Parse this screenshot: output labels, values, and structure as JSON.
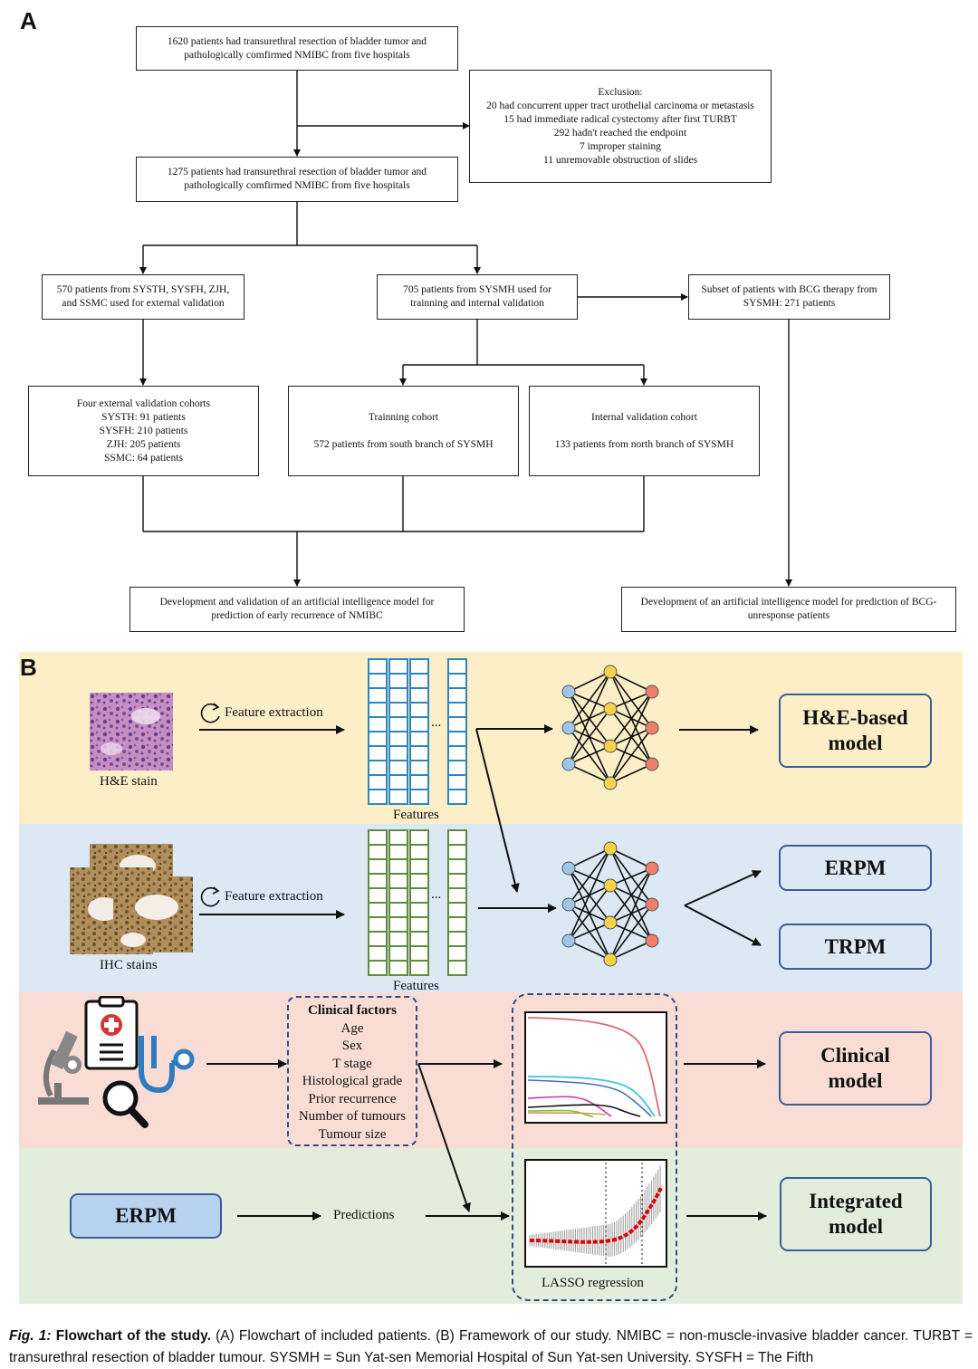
{
  "panel_a": {
    "letter": "A",
    "boxes": {
      "initial": [
        "1620 patients had transurethral resection of bladder tumor and",
        "pathologically comfirmed  NMIBC from five hospitals"
      ],
      "exclusion": [
        "Exclusion:",
        "20  had concurrent upper tract urothelial carcinoma or metastasis",
        "15 had immediate radical cystectomy after first TURBT",
        "292 hadn't reached the endpoint",
        "7 improper staining",
        "11 unremovable obstruction of slides"
      ],
      "included": [
        "1275 patients had transurethral resection of bladder tumor and",
        "pathologically comfirmed  NMIBC from five hospitals"
      ],
      "external": [
        "570 patients from SYSTH, SYSFH, ZJH,",
        "and SSMC used for external validation"
      ],
      "sysmh": [
        "705 patients from SYSMH used for",
        "trainning and internal validation"
      ],
      "bcg_subset": [
        "Subset of patients with BCG therapy from",
        "SYSMH: 271 patients"
      ],
      "external_cohorts": [
        "Four external validation cohorts",
        "SYSTH: 91 patients",
        "SYSFH: 210 patients",
        "ZJH: 205 patients",
        "SSMC: 64 patients"
      ],
      "training": [
        "Trainning cohort",
        "572 patients from south branch of SYSMH"
      ],
      "internal": [
        "Internal validation cohort",
        "133 patients from north branch of SYSMH"
      ],
      "dev_nmibc": [
        "Development and validation of an artificial intelligence model for",
        "prediction of early recurrence of NMIBC"
      ],
      "dev_bcg": [
        "Development of an artificial intelligence model for prediction of  BCG-",
        "unresponse patients"
      ]
    }
  },
  "panel_b": {
    "letter": "B",
    "row1": {
      "image_label": "H&E stain",
      "arrow_label": "Feature extraction",
      "features_label": "Features",
      "ellipsis": "...",
      "model": "H&E-based model"
    },
    "row2": {
      "image_label": "IHC stains",
      "arrow_label": "Feature extraction",
      "features_label": "Features",
      "ellipsis": "...",
      "models": [
        "ERPM",
        "TRPM"
      ]
    },
    "row3": {
      "clinical_title": "Clinical factors",
      "clinical_factors": [
        "Age",
        "Sex",
        "T stage",
        "Histological grade",
        "Prior recurrence",
        "Number of tumours",
        "Tumour size"
      ],
      "model": "Clinical model"
    },
    "row4": {
      "input": "ERPM",
      "predictions_label": "Predictions",
      "lasso_label": "LASSO regression",
      "model": "Integrated model"
    },
    "colors": {
      "yellow_band": "#fcefc8",
      "blue_band": "#dce9f5",
      "pink_band": "#f9ddd5",
      "green_band": "#e3eddb",
      "blue_features": "#2e86c1",
      "green_features": "#5e8c3a",
      "neuron_blue": "#9ec5ea",
      "neuron_yellow": "#f6d24a",
      "neuron_red": "#ef7f6a",
      "model_border": "#3b5d9a",
      "erpm_fill": "#b7d3ef"
    }
  },
  "caption": {
    "fig": "Fig. 1:",
    "title": "Flowchart of the study.",
    "text": " (A) Flowchart of included patients. (B) Framework of our study. NMIBC = non-muscle-invasive bladder cancer. TURBT = transurethral resection of bladder tumour. SYSMH = Sun Yat-sen Memorial Hospital of Sun Yat-sen University. SYSFH = The Fifth"
  }
}
